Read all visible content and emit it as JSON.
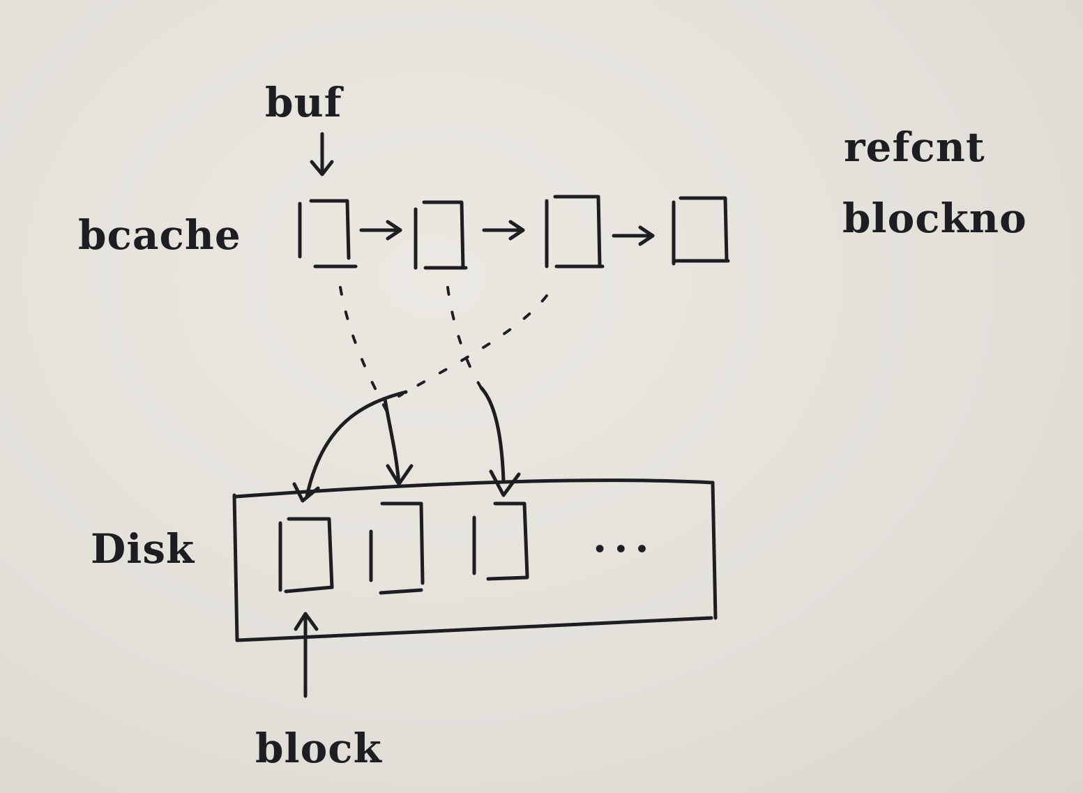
{
  "labels": {
    "buf": "buf",
    "refcnt": "refcnt",
    "blockno": "blockno",
    "bcache": "bcache",
    "disk": "Disk",
    "ellipsis": "...",
    "block": "block"
  },
  "colors": {
    "paper": "#e4e1db",
    "ink": "#1e1e22"
  }
}
